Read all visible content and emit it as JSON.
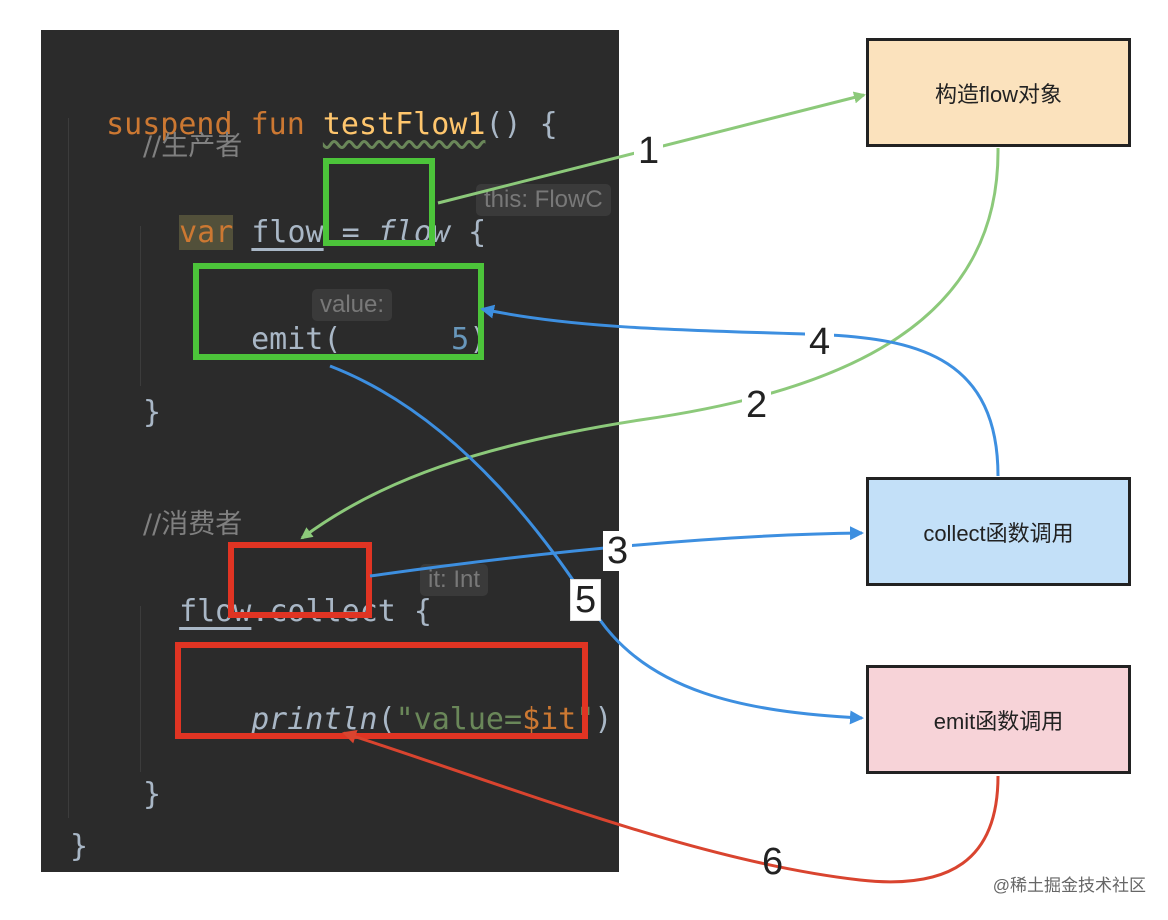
{
  "code": {
    "l1_kw": "suspend fun ",
    "l1_fn": "testFlow1",
    "l1_end": "() {",
    "comment_producer": "//生产者",
    "l3_var": "var",
    "l3_flow": "flow",
    "l3_eq": " = ",
    "l3_flowfn": "flow",
    "l3_brace": " {",
    "hint_this": "this: FlowC",
    "l4_emit": "emit(",
    "hint_value": "value:",
    "l4_num": "5",
    "l4_close": ")",
    "brace_inner_close": "}",
    "comment_consumer": "//消费者",
    "l8_flow": "flow",
    "l8_dot": ".",
    "l8_collect": "collect",
    "l8_brace": " {",
    "hint_it": "it: Int",
    "l9_println": "println",
    "l9_open": "(",
    "l9_str": "\"value=",
    "l9_tmpl": "$it",
    "l9_strend": "\"",
    "l9_close": ")",
    "brace_inner_close2": "}",
    "brace_outer_close": "}"
  },
  "boxes": {
    "construct": "构造flow对象",
    "collect": "collect函数调用",
    "emit": "emit函数调用"
  },
  "steps": [
    "1",
    "2",
    "3",
    "4",
    "5",
    "6"
  ],
  "colors": {
    "green": "#8cc97a",
    "blue": "#3d8fe0",
    "red": "#d9442f",
    "construct_fill": "#fbe2bd",
    "collect_fill": "#c3e0f8",
    "emit_fill": "#f7d3d8"
  },
  "watermark": "@稀土掘金技术社区"
}
